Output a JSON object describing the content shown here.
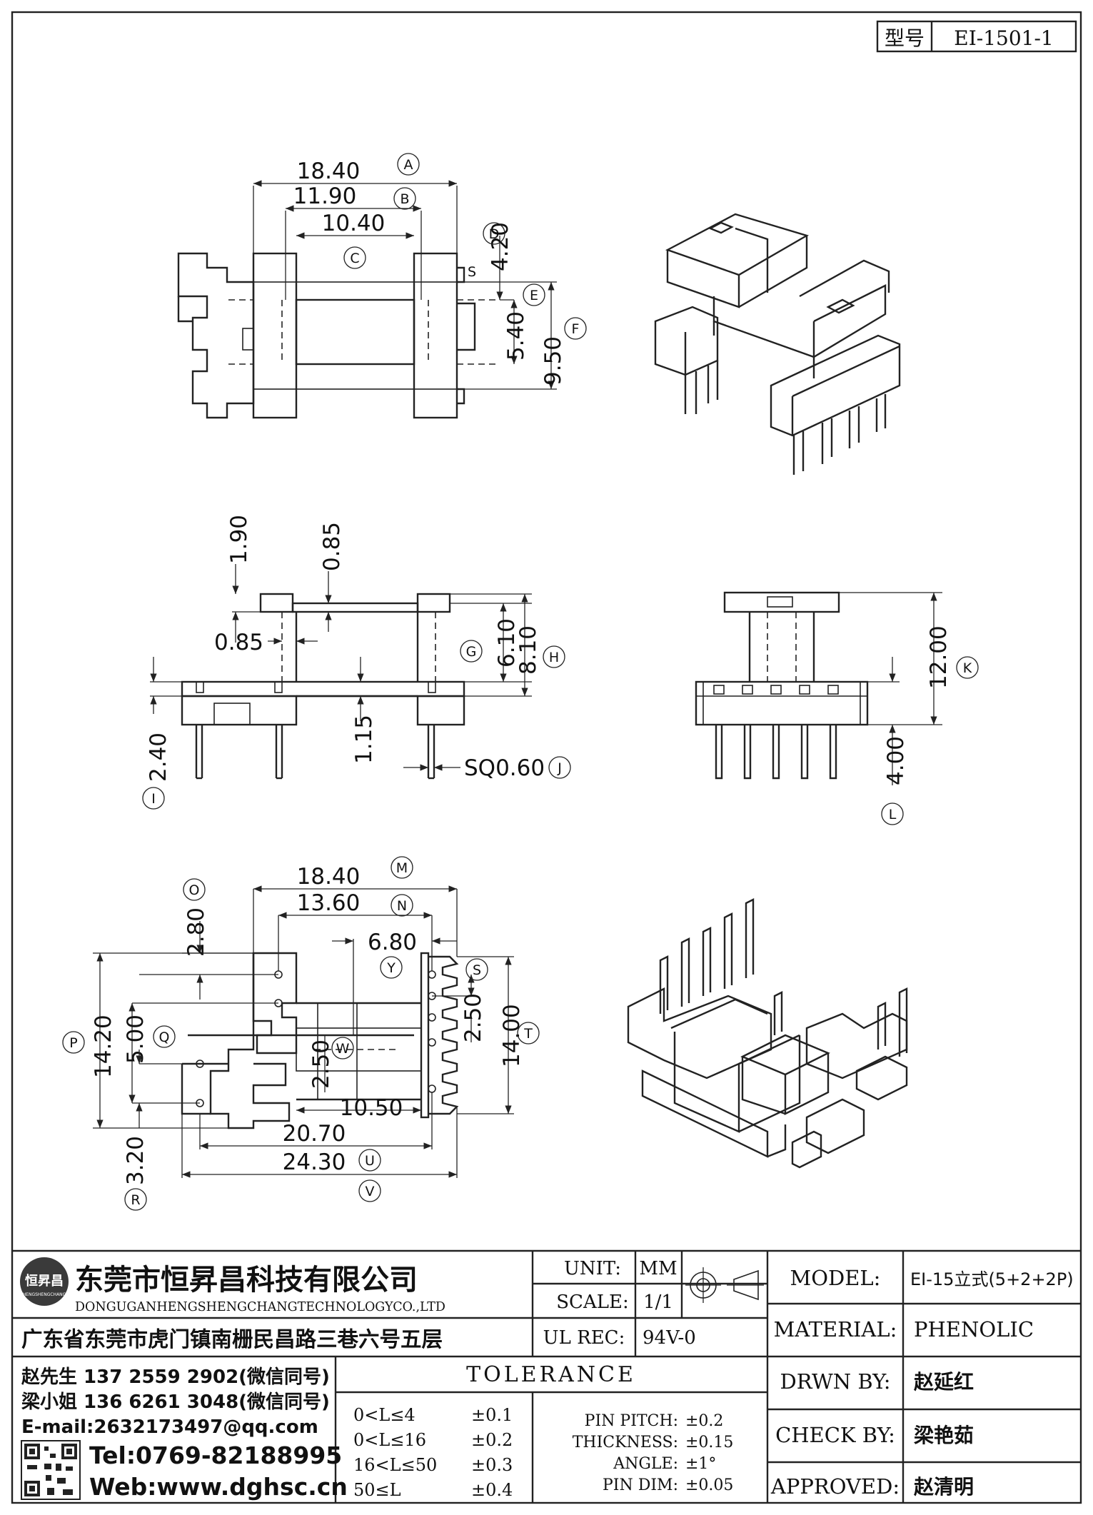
{
  "drawing_no_label": "型号",
  "drawing_no": "EI-1501-1",
  "views": {
    "top": {
      "dims": [
        "18.40",
        "11.90",
        "10.40",
        "4.20",
        "5.40",
        "9.50"
      ],
      "callouts": [
        "A",
        "B",
        "C",
        "D",
        "E",
        "F"
      ],
      "marker": "S"
    },
    "front": {
      "dims": [
        "1.90",
        "0.85",
        "0.85",
        "6.10",
        "8.10",
        "1.15",
        "2.40",
        "SQ0.60"
      ],
      "callouts": [
        "G",
        "H",
        "I",
        "J"
      ]
    },
    "side": {
      "dims": [
        "12.00",
        "4.00"
      ],
      "callouts": [
        "K",
        "L"
      ]
    },
    "bottom": {
      "dims": [
        "18.40",
        "13.60",
        "6.80",
        "2.80",
        "14.20",
        "5.00",
        "2.50",
        "14.00",
        "2.50",
        "10.50",
        "20.70",
        "24.30",
        "3.20"
      ],
      "callouts": [
        "M",
        "N",
        "O",
        "P",
        "Q",
        "R",
        "S",
        "T",
        "U",
        "V",
        "W",
        "Y"
      ]
    }
  },
  "title_block": {
    "company_cn": "东莞市恒昇昌科技有限公司",
    "company_en": "DONGUGANHENGSHENGCHANGTECHNOLOGYCO.,LTD",
    "address": "广东省东莞市虎门镇南栅民昌路三巷六号五层",
    "logo_text": "恒昇昌",
    "logo_sub": "HENGSHENGCHANG",
    "contacts": [
      "赵先生 137 2559 2902(微信同号)",
      "梁小姐 136 6261 3048(微信同号)",
      "E-mail:2632173497@qq.com"
    ],
    "tel": "Tel:0769-82188995",
    "web": "Web:www.dghsc.cn",
    "unit_label": "UNIT:",
    "unit_value": "MM",
    "scale_label": "SCALE:",
    "scale_value": "1/1",
    "ulrec_label": "UL REC:",
    "ulrec_value": "94V-0",
    "tolerance_title": "TOLERANCE",
    "tolerance_rows": [
      {
        "range": "0<L≤4",
        "tol": "±0.1"
      },
      {
        "range": "0<L≤16",
        "tol": "±0.2"
      },
      {
        "range": "16<L≤50",
        "tol": "±0.3"
      },
      {
        "range": "50≤L",
        "tol": "±0.4"
      }
    ],
    "pin_rows": [
      {
        "label": "PIN PITCH:",
        "tol": "±0.2"
      },
      {
        "label": "THICKNESS:",
        "tol": "±0.15"
      },
      {
        "label": "ANGLE:",
        "tol": "±1°"
      },
      {
        "label": "PIN DIM:",
        "tol": "±0.05"
      }
    ],
    "model_label": "MODEL:",
    "model_value": "EI-15立式(5+2+2P)",
    "material_label": "MATERIAL:",
    "material_value": "PHENOLIC",
    "drwn_label": "DRWN BY:",
    "drwn_value": "赵延红",
    "check_label": "CHECK BY:",
    "check_value": "梁艳茹",
    "approved_label": "APPROVED:",
    "approved_value": "赵清明"
  }
}
